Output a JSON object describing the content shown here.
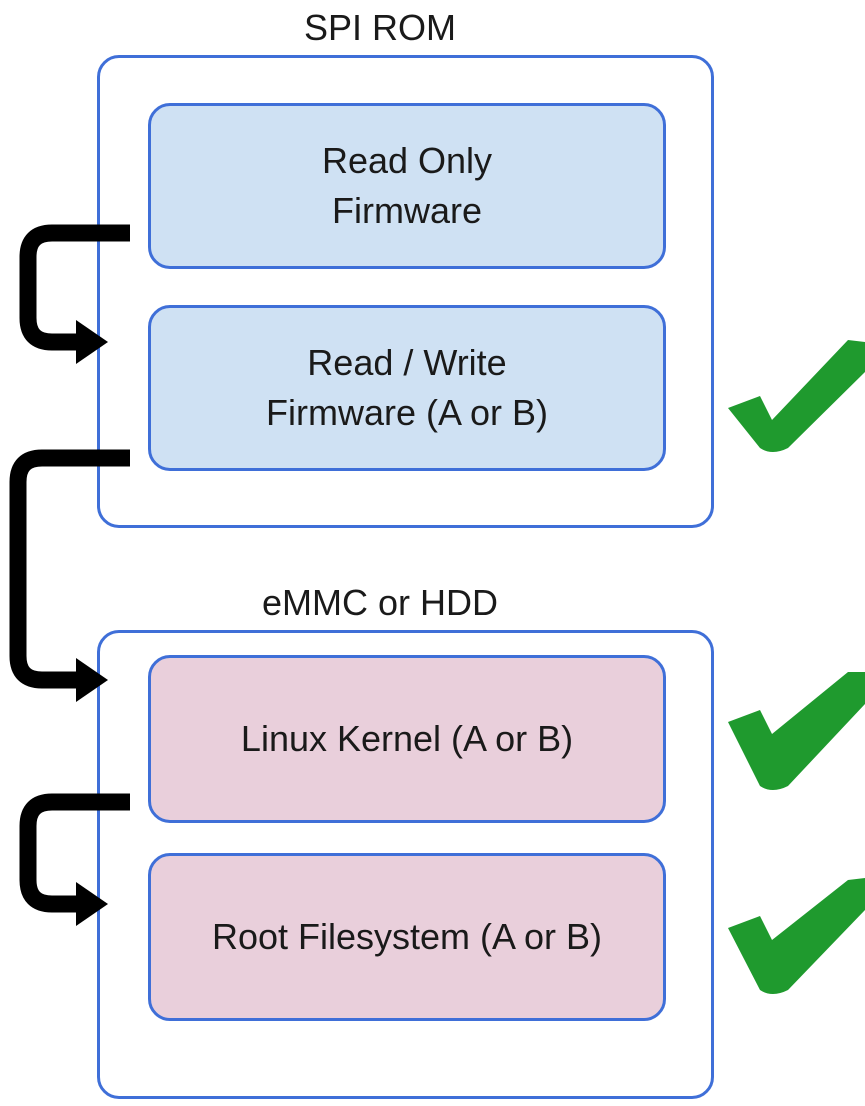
{
  "groups": {
    "spi": {
      "title": "SPI ROM"
    },
    "emmc": {
      "title": "eMMC or HDD"
    }
  },
  "boxes": {
    "read_only": "Read Only\nFirmware",
    "read_write": "Read / Write\nFirmware (A or B)",
    "kernel": "Linux Kernel (A or B)",
    "rootfs": "Root Filesystem (A or B)"
  },
  "colors": {
    "border": "#3f6fd8",
    "spi_box_fill": "#cfe1f3",
    "emmc_box_fill": "#e9cfdb",
    "arrow": "#000000",
    "checkmark": "#1f9a2e"
  },
  "icons": {
    "flow_arrow": "curved-arrow-icon",
    "verified": "checkmark-icon"
  }
}
